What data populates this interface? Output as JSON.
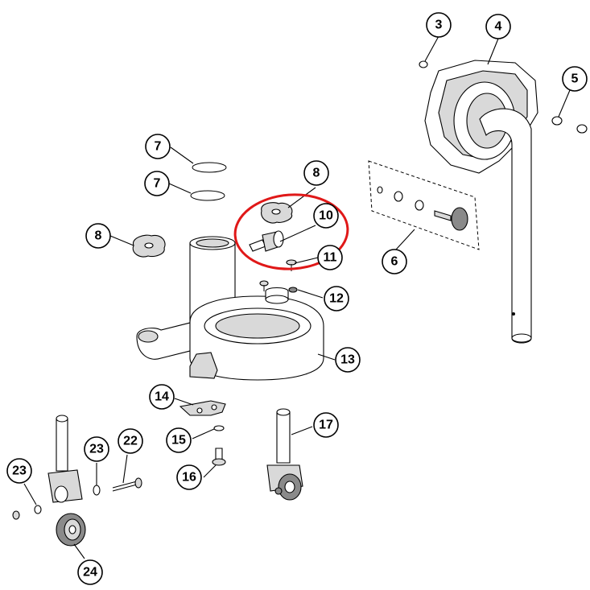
{
  "callouts": [
    {
      "id": "c3",
      "text": "3"
    },
    {
      "id": "c4",
      "text": "4"
    },
    {
      "id": "c5",
      "text": "5"
    },
    {
      "id": "c6",
      "text": "6"
    },
    {
      "id": "c7a",
      "text": "7"
    },
    {
      "id": "c7b",
      "text": "7"
    },
    {
      "id": "c8a",
      "text": "8"
    },
    {
      "id": "c8b",
      "text": "8"
    },
    {
      "id": "c10",
      "text": "10"
    },
    {
      "id": "c11",
      "text": "11"
    },
    {
      "id": "c12",
      "text": "12"
    },
    {
      "id": "c13",
      "text": "13"
    },
    {
      "id": "c14",
      "text": "14"
    },
    {
      "id": "c15",
      "text": "15"
    },
    {
      "id": "c16",
      "text": "16"
    },
    {
      "id": "c17",
      "text": "17"
    },
    {
      "id": "c22",
      "text": "22"
    },
    {
      "id": "c23a",
      "text": "23"
    },
    {
      "id": "c23b",
      "text": "23"
    },
    {
      "id": "c24",
      "text": "24"
    }
  ],
  "highlight_color": "#e01818"
}
